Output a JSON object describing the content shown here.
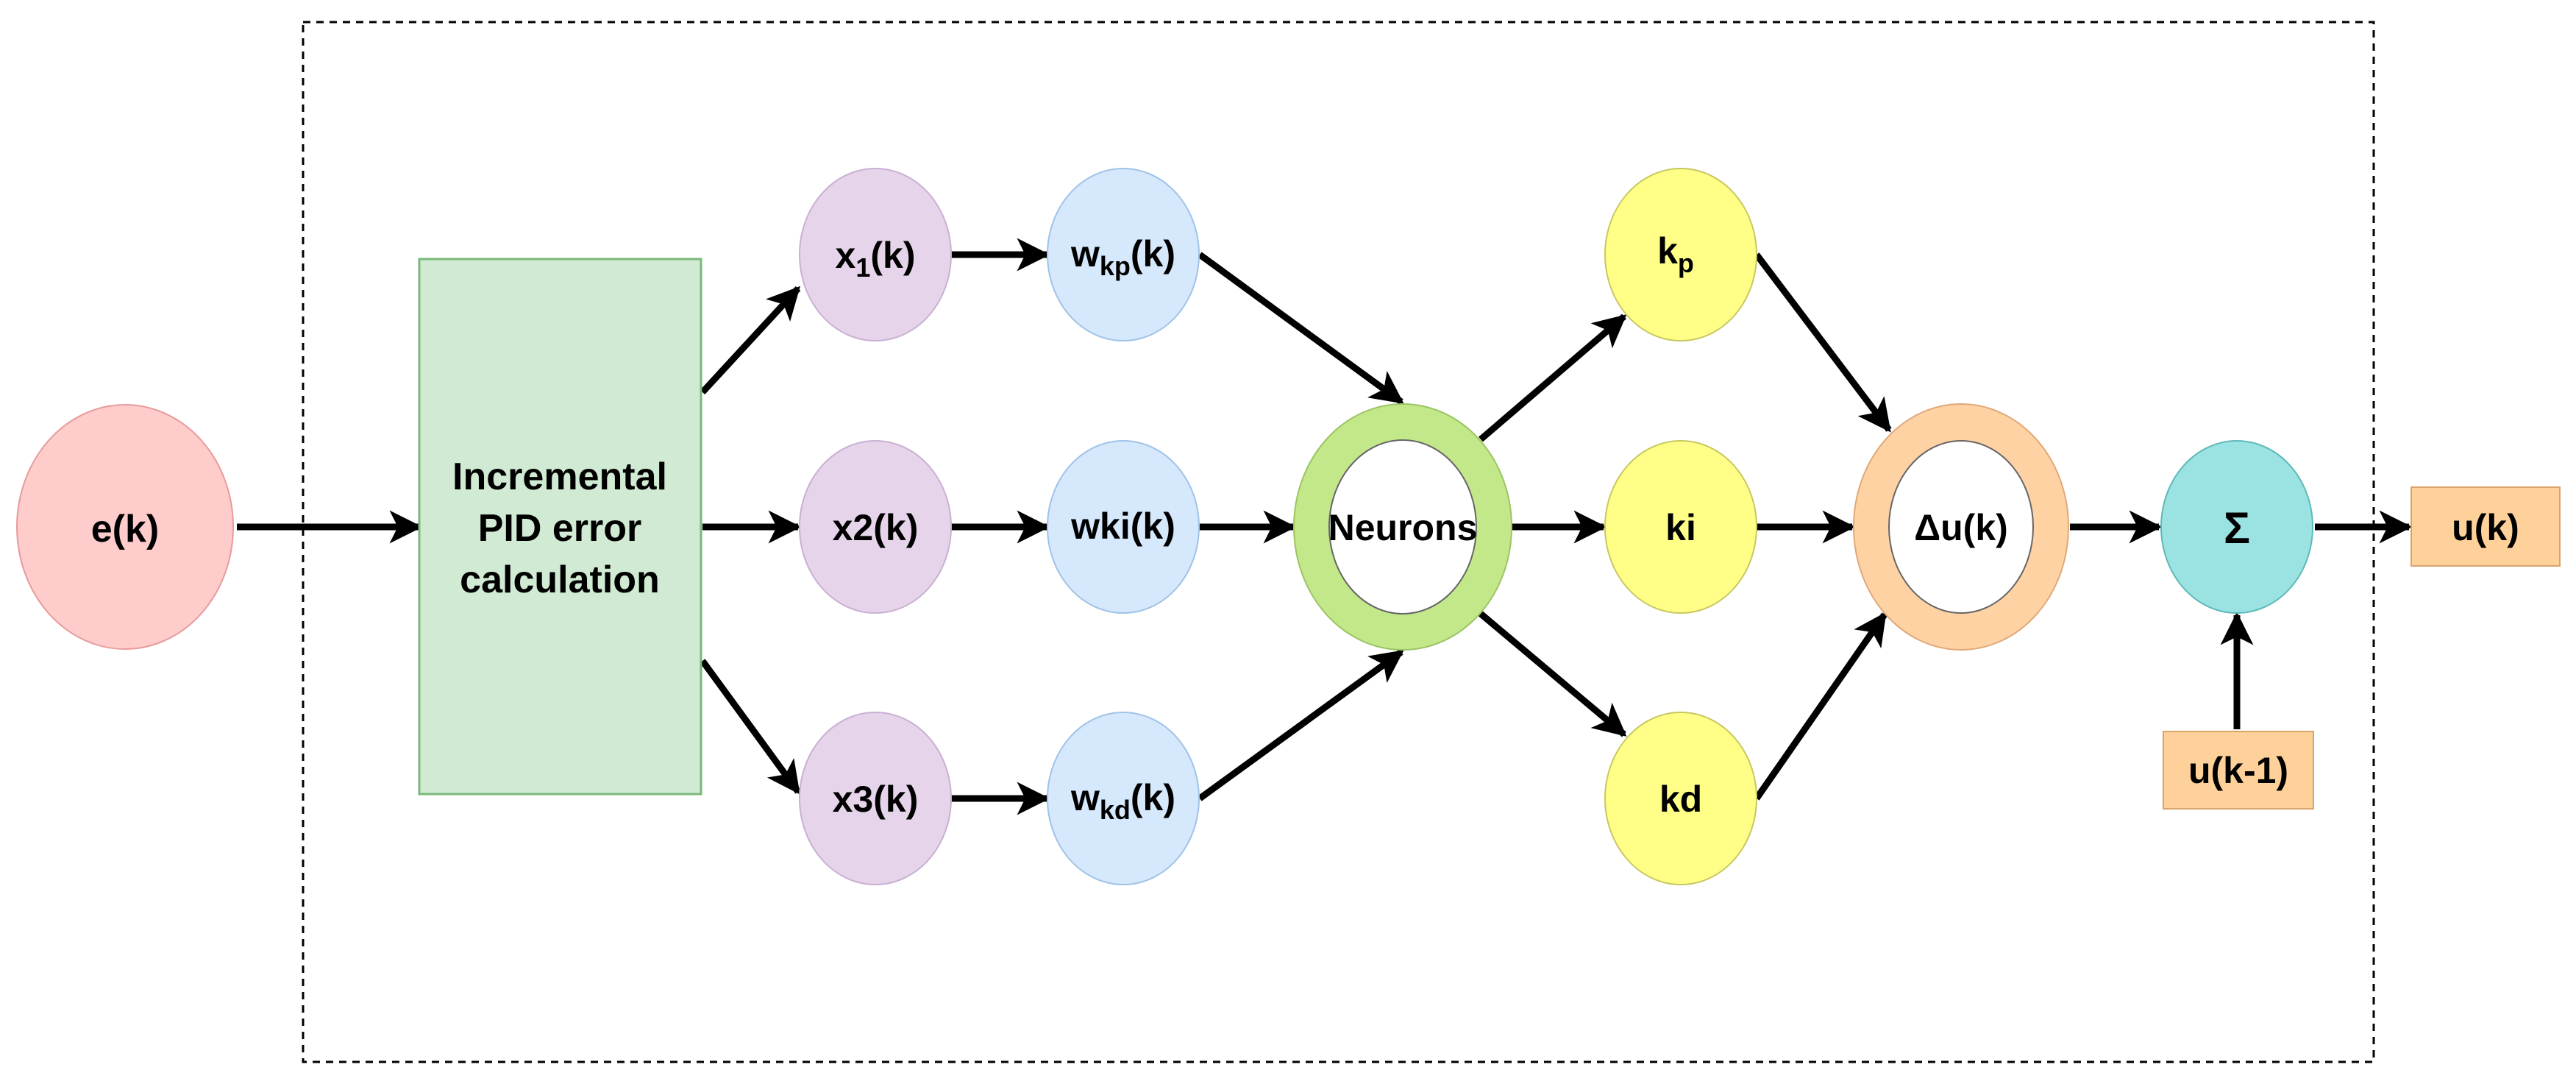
{
  "colors": {
    "input": "#ffcccc",
    "input_stroke": "#e89a9a",
    "calc": "#d0ead3",
    "calc_stroke": "#7ab97a",
    "x_node": "#e6d4ea",
    "x_stroke": "#c9b0d3",
    "w_node": "#d6e8fb",
    "w_stroke": "#9fc3e8",
    "neuron_ring": "#c2e88a",
    "neuron_stroke": "#9cc464",
    "k_node": "#ffff88",
    "k_stroke": "#c8c860",
    "du_ring": "#ffd2a4",
    "du_stroke": "#e0a878",
    "sum": "#9be3e3",
    "sum_stroke": "#5fb8b8",
    "out": "#ffd19a",
    "out_stroke": "#d9a36a",
    "arrow": "#000000",
    "frame": "#000000"
  },
  "nodes": {
    "e": {
      "label": "e(k)"
    },
    "calc": {
      "line1": "Incremental",
      "line2": "PID error",
      "line3": "calculation"
    },
    "x1": {
      "base": "x",
      "sub": "1",
      "tail": "(k)"
    },
    "x2": {
      "label": "x2(k)"
    },
    "x3": {
      "label": "x3(k)"
    },
    "wkp": {
      "base": "w",
      "sub": "kp",
      "tail": "(k)"
    },
    "wki": {
      "label": "wki(k)"
    },
    "wkd": {
      "base": "w",
      "sub": "kd",
      "tail": "(k)"
    },
    "neurons": {
      "label": "Neurons"
    },
    "kp": {
      "base": "k",
      "sub": "p"
    },
    "ki": {
      "label": "ki"
    },
    "kd": {
      "label": "kd"
    },
    "du": {
      "label": "Δu(k)"
    },
    "sum": {
      "label": "Σ"
    },
    "u": {
      "label": "u(k)"
    },
    "uprev": {
      "label": "u(k-1)"
    }
  }
}
